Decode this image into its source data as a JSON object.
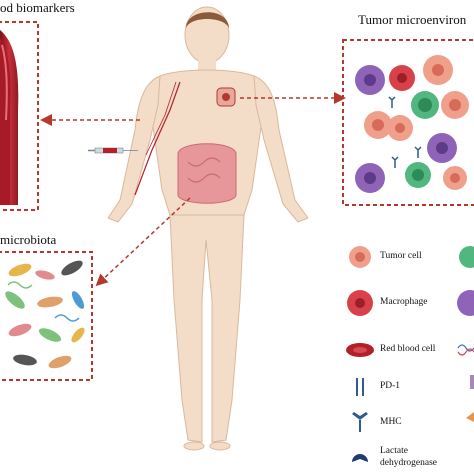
{
  "titles": {
    "blood": "od biomarkers",
    "tumor": "Tumor microenviron",
    "microbiota": "microbiota"
  },
  "legend": {
    "tumor_cell": "Tumor cell",
    "macrophage": "Macrophage",
    "red_blood_cell": "Red blood cell",
    "pd1": "PD-1",
    "mhc": "MHC",
    "ldh_line1": "Lactate",
    "ldh_line2": "dehydrogenase"
  },
  "colors": {
    "skin": "#f3dcc8",
    "skin_shadow": "#e8c7ad",
    "hair": "#8a5a3b",
    "dashed_arrow": "#b5382c",
    "vessel": "#b3202a",
    "tumor_cell": "#f0a08a",
    "macrophage": "#d8414a",
    "t_cell_green": "#52b77f",
    "purple_cell": "#8f64b8",
    "receptor_blue": "#2f5b8f",
    "intestine": "#e7969a"
  }
}
